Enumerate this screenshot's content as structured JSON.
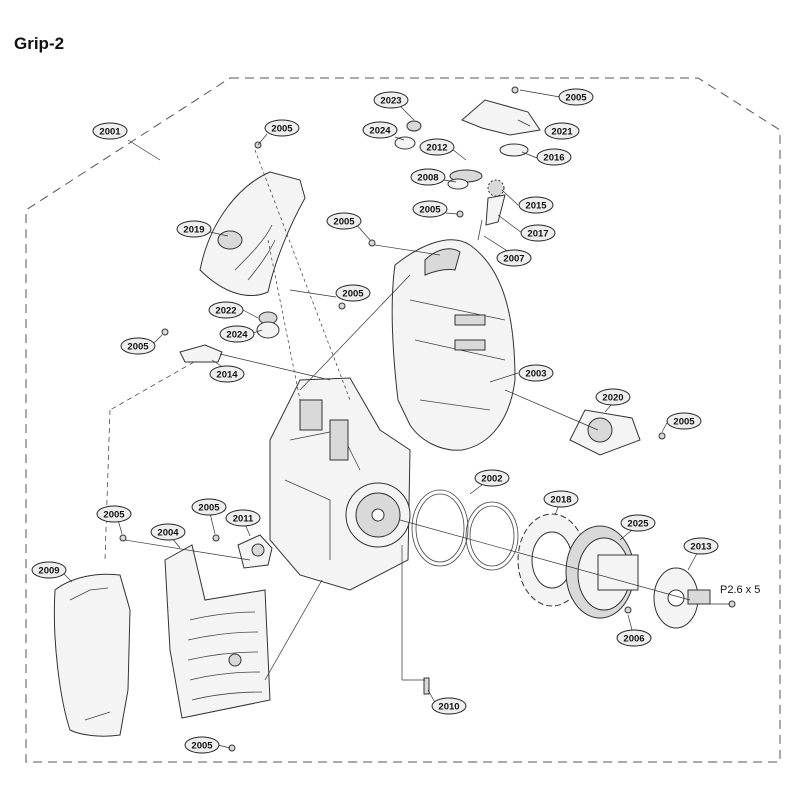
{
  "title": "Grip-2",
  "spec_label": "P2.6 x 5",
  "callouts": [
    {
      "id": "c2001",
      "text": "2001"
    },
    {
      "id": "c2005a",
      "text": "2005"
    },
    {
      "id": "c2023",
      "text": "2023"
    },
    {
      "id": "c2005b",
      "text": "2005"
    },
    {
      "id": "c2021",
      "text": "2021"
    },
    {
      "id": "c2024a",
      "text": "2024"
    },
    {
      "id": "c2012",
      "text": "2012"
    },
    {
      "id": "c2016",
      "text": "2016"
    },
    {
      "id": "c2008",
      "text": "2008"
    },
    {
      "id": "c2015",
      "text": "2015"
    },
    {
      "id": "c2005c",
      "text": "2005"
    },
    {
      "id": "c2017",
      "text": "2017"
    },
    {
      "id": "c2005d",
      "text": "2005"
    },
    {
      "id": "c2007",
      "text": "2007"
    },
    {
      "id": "c2019",
      "text": "2019"
    },
    {
      "id": "c2005e",
      "text": "2005"
    },
    {
      "id": "c2022",
      "text": "2022"
    },
    {
      "id": "c2024b",
      "text": "2024"
    },
    {
      "id": "c2005f",
      "text": "2005"
    },
    {
      "id": "c2014",
      "text": "2014"
    },
    {
      "id": "c2003",
      "text": "2003"
    },
    {
      "id": "c2020",
      "text": "2020"
    },
    {
      "id": "c2005g",
      "text": "2005"
    },
    {
      "id": "c2002",
      "text": "2002"
    },
    {
      "id": "c2018",
      "text": "2018"
    },
    {
      "id": "c2005h",
      "text": "2005"
    },
    {
      "id": "c2011",
      "text": "2011"
    },
    {
      "id": "c2005i",
      "text": "2005"
    },
    {
      "id": "c2004",
      "text": "2004"
    },
    {
      "id": "c2025",
      "text": "2025"
    },
    {
      "id": "c2013",
      "text": "2013"
    },
    {
      "id": "c2009",
      "text": "2009"
    },
    {
      "id": "c2006",
      "text": "2006"
    },
    {
      "id": "c2010",
      "text": "2010"
    },
    {
      "id": "c2005j",
      "text": "2005"
    }
  ]
}
